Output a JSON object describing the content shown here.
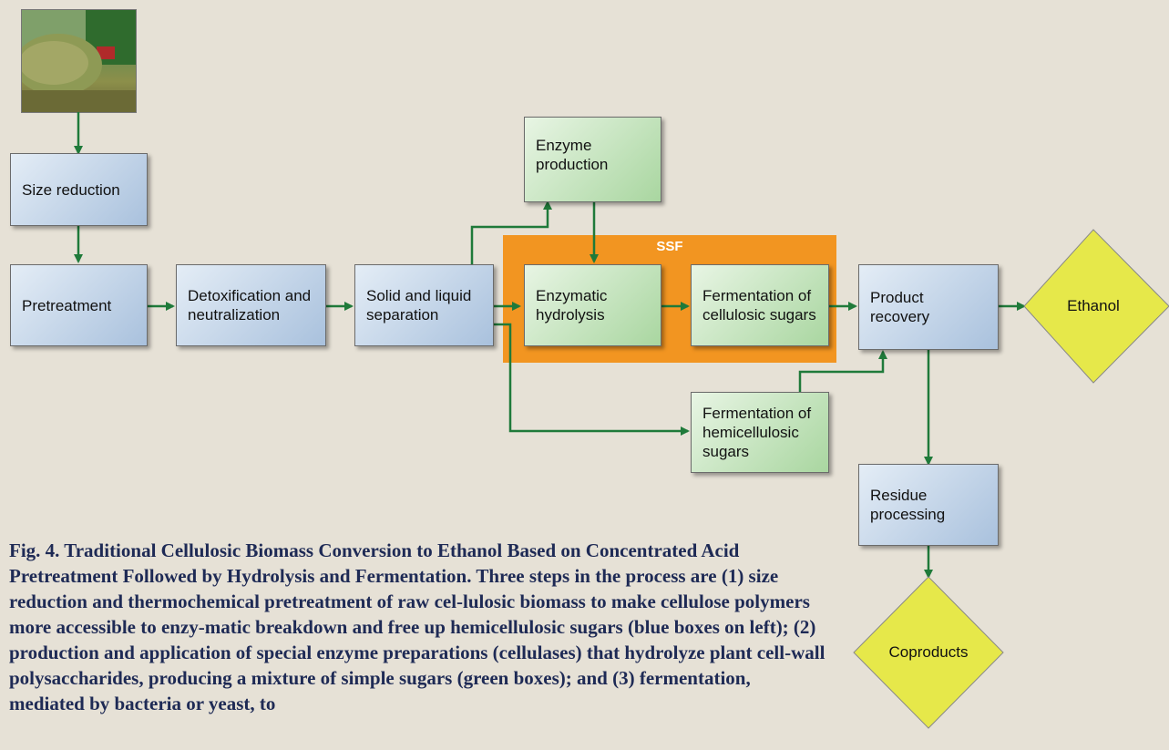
{
  "diagram": {
    "ssf_label": "SSF",
    "nodes": {
      "size_reduction": "Size reduction",
      "pretreatment": "Pretreatment",
      "detox": "Detoxification and\nneutralization",
      "separation": "Solid and liquid\nseparation",
      "enzyme_production": "Enzyme\nproduction",
      "enzymatic_hydrolysis": "Enzymatic\nhydrolysis",
      "ferm_cellulosic": "Fermentation of\ncellulosic sugars",
      "product_recovery": "Product\nrecovery",
      "ferm_hemicellulosic": "Fermentation of\nhemicellulosic\nsugars",
      "residue_processing": "Residue\nprocessing",
      "ethanol": "Ethanol",
      "coproducts": "Coproducts"
    },
    "colors": {
      "arrow": "#1f7a3a",
      "ssf": "#f29521",
      "diamond": "#e6e84a"
    }
  },
  "caption": {
    "title": "Fig. 4. Traditional Cellulosic Biomass Conversion to Ethanol Based on Concentrated Acid Pretreatment Followed by Hydrolysis and Fermentation.",
    "body": " Three steps in the process are (1) size reduction and thermochemical pretreatment of raw cel-lulosic biomass to make cellulose polymers more accessible to enzy-matic breakdown and free up hemicellulosic sugars (blue boxes on left); (2) production and application of special enzyme preparations (cellulases) that hydrolyze plant cell-wall polysaccharides, producing a mixture of simple sugars (green boxes); and (3) fermentation, mediated by bacteria or yeast, to"
  }
}
